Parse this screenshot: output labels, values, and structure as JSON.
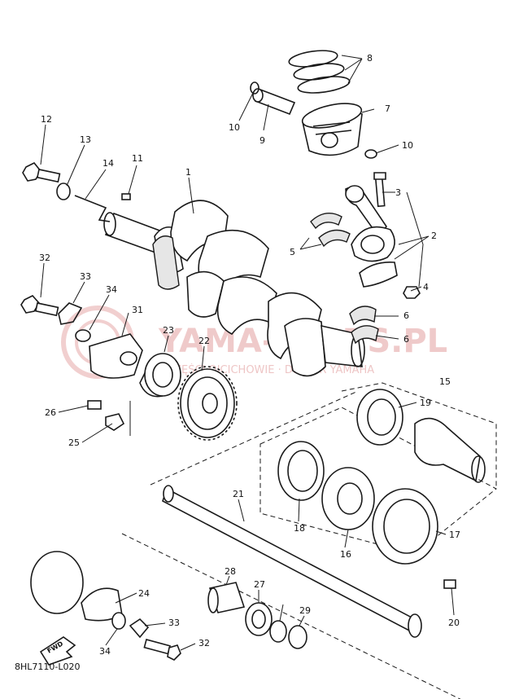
{
  "watermark": {
    "title": "YAMA-PARTS.PL",
    "subtitle": "CZĘŚCI OJCICHOWIE · DEALER YAMAHA"
  },
  "diagram_code": "8HL7110-L020",
  "fwd_label": "FWD",
  "callouts": {
    "p1": "1",
    "p2": "2",
    "p3": "3",
    "p4": "4",
    "p5": "5",
    "p6a": "6",
    "p6b": "6",
    "p7": "7",
    "p8": "8",
    "p9": "9",
    "p10a": "10",
    "p10b": "10",
    "p11": "11",
    "p12": "12",
    "p13": "13",
    "p14": "14",
    "p15": "15",
    "p16": "16",
    "p17": "17",
    "p18": "18",
    "p19": "19",
    "p20": "20",
    "p21": "21",
    "p22": "22",
    "p23": "23",
    "p24": "24",
    "p25": "25",
    "p26": "26",
    "p27": "27",
    "p28": "28",
    "p29": "29",
    "p31": "31",
    "p32a": "32",
    "p32b": "32",
    "p33a": "33",
    "p33b": "33",
    "p34a": "34",
    "p34b": "34"
  }
}
